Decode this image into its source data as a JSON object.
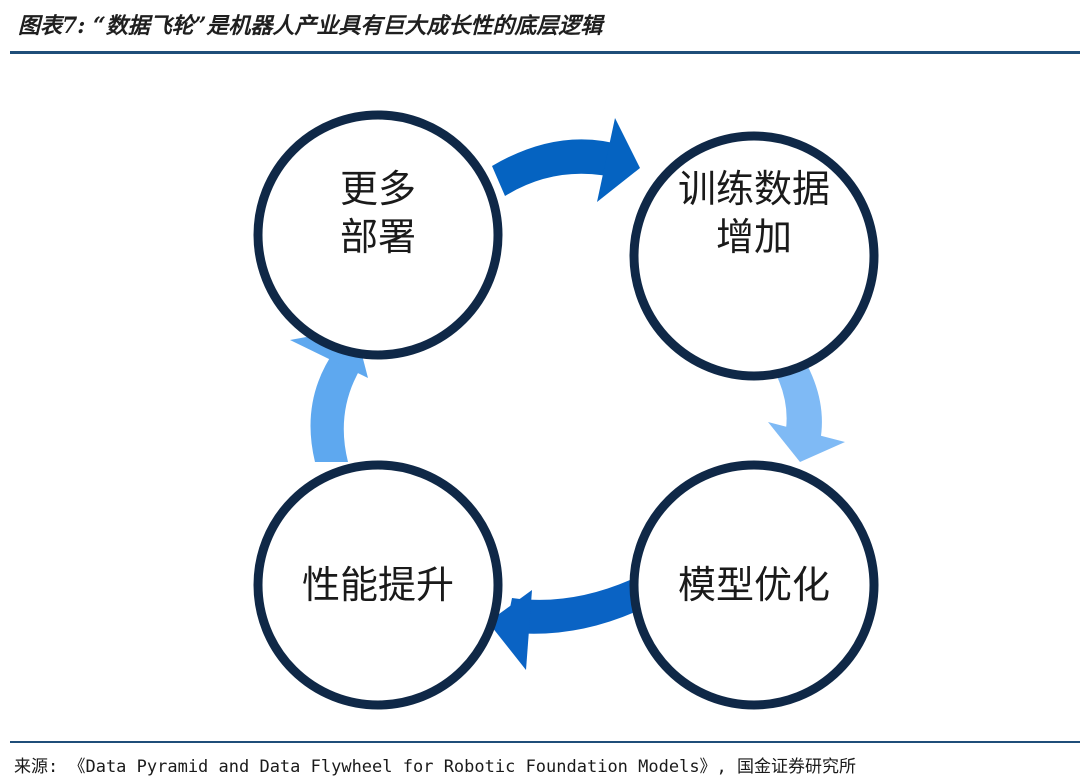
{
  "figure": {
    "title": "图表7: “数据飞轮”是机器人产业具有巨大成长性的底层逻辑"
  },
  "diagram": {
    "nodes": [
      {
        "id": "more-deployment",
        "line1": "更多",
        "line2": "部署"
      },
      {
        "id": "training-data-increase",
        "line1": "训练数据",
        "line2": "增加"
      },
      {
        "id": "model-optimization",
        "line1": "模型优化",
        "line2": ""
      },
      {
        "id": "performance-improvement",
        "line1": "性能提升",
        "line2": ""
      }
    ],
    "arrow_colors": {
      "top": "#0563c1",
      "right": "#7fbaf5",
      "bottom": "#0a63c4",
      "left": "#5ea8ef"
    },
    "circle_stroke": "#0f2847"
  },
  "source": {
    "text": "来源: 《Data Pyramid and Data Flywheel for Robotic Foundation Models》, 国金证券研究所"
  }
}
